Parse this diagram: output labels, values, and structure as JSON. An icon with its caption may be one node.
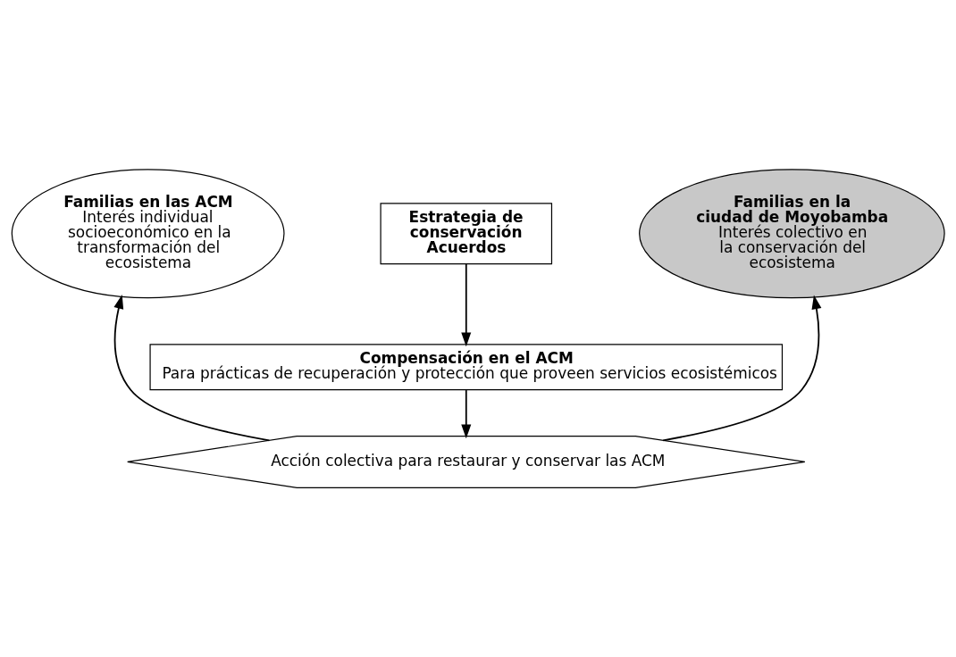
{
  "diagram": {
    "nodes": [
      {
        "text": [
          "Familias en las ACM",
          "Interés individual socioeconómico en la transformación del ecosistema"
        ]
      },
      {
        "text": [
          "Estrategia de conservación Acuerdos"
        ]
      },
      {
        "text": [
          "Familias en la ciudad de Moyobamba",
          "Interés colectivo en la conservación del ecosistema"
        ]
      },
      {
        "text": [
          "Compensación en el ACM",
          "Para prácticas de recuperación y protección que proveen servicios ecosistémicos"
        ]
      },
      {
        "text": [
          "Acción colectiva para restaurar y conservar las ACM"
        ]
      }
    ],
    "edges": [
      {
        "from": 1,
        "to": 3,
        "arrow": "to"
      },
      {
        "from": 3,
        "to": 4,
        "arrow": "to"
      },
      {
        "from": 4,
        "to": 0,
        "arrow": "to"
      },
      {
        "from": 4,
        "to": 2,
        "arrow": "to"
      }
    ]
  }
}
